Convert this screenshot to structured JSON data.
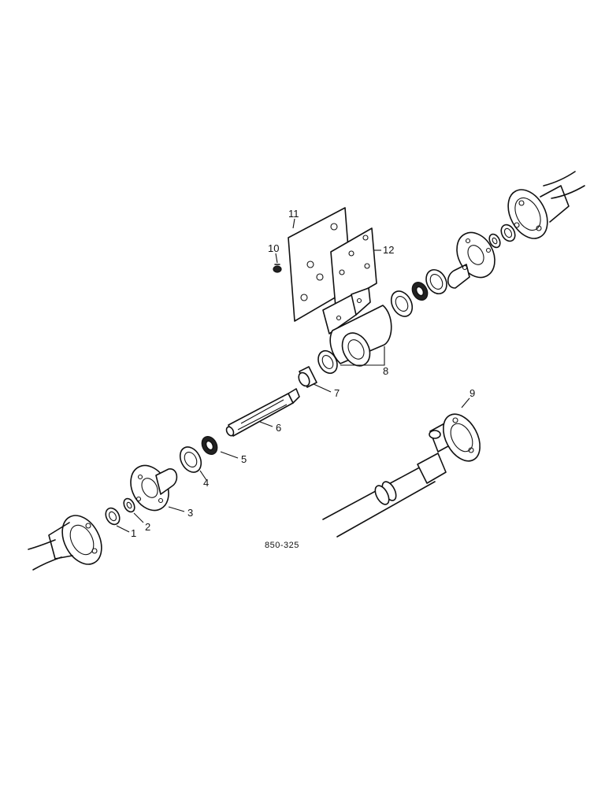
{
  "diagram": {
    "reference_code": "850-325",
    "callouts": {
      "c1": "1",
      "c2": "2",
      "c3": "3",
      "c4": "4",
      "c5": "5",
      "c6": "6",
      "c7": "7",
      "c8": "8",
      "c9": "9",
      "c10": "10",
      "c11": "11",
      "c12": "12"
    },
    "line_color": "#111111",
    "background_color": "#ffffff"
  }
}
